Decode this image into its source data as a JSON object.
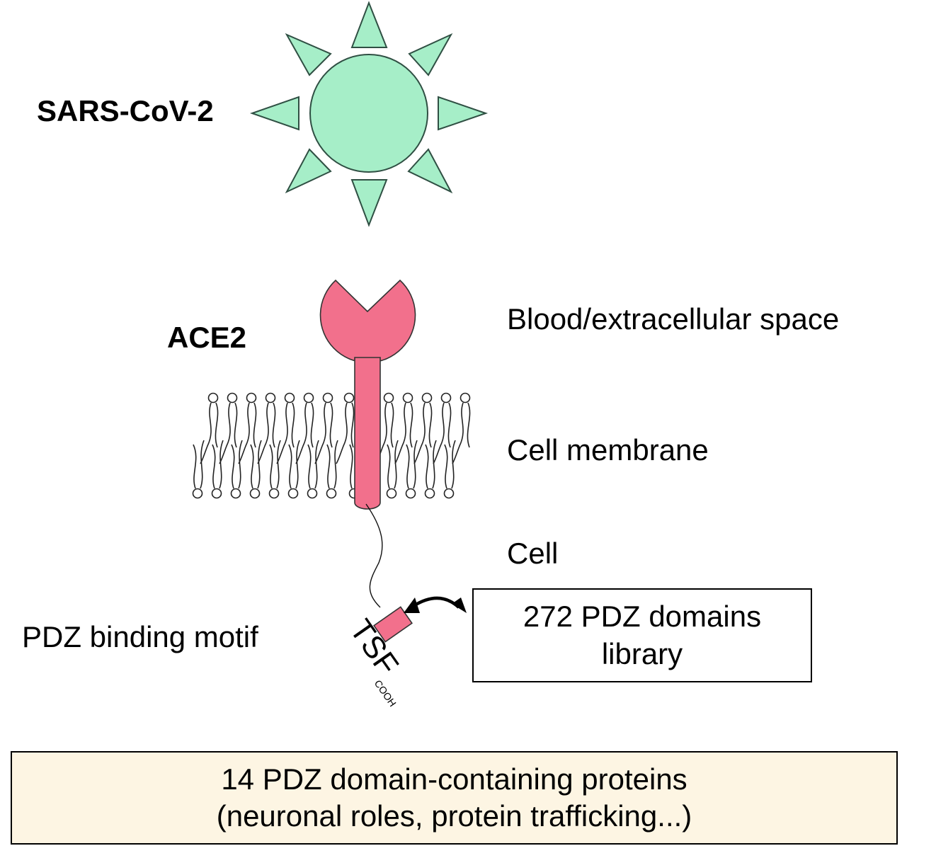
{
  "virus": {
    "label": "SARS-CoV-2"
  },
  "receptor": {
    "label": "ACE2"
  },
  "regions": {
    "extracellular": "Blood/extracellular space",
    "membrane": "Cell membrane",
    "cell": "Cell"
  },
  "motif": {
    "label": "PDZ binding motif",
    "sequence": "TSF",
    "terminus": "COOH"
  },
  "library_box": {
    "line1": "272 PDZ domains",
    "line2": "library"
  },
  "result_box": {
    "line1": "14 PDZ domain-containing proteins",
    "line2": "(neuronal roles, protein trafficking...)"
  },
  "colors": {
    "virus_fill": "#a6eec8",
    "receptor_fill": "#f2708c",
    "result_fill": "#fdf5e3"
  }
}
